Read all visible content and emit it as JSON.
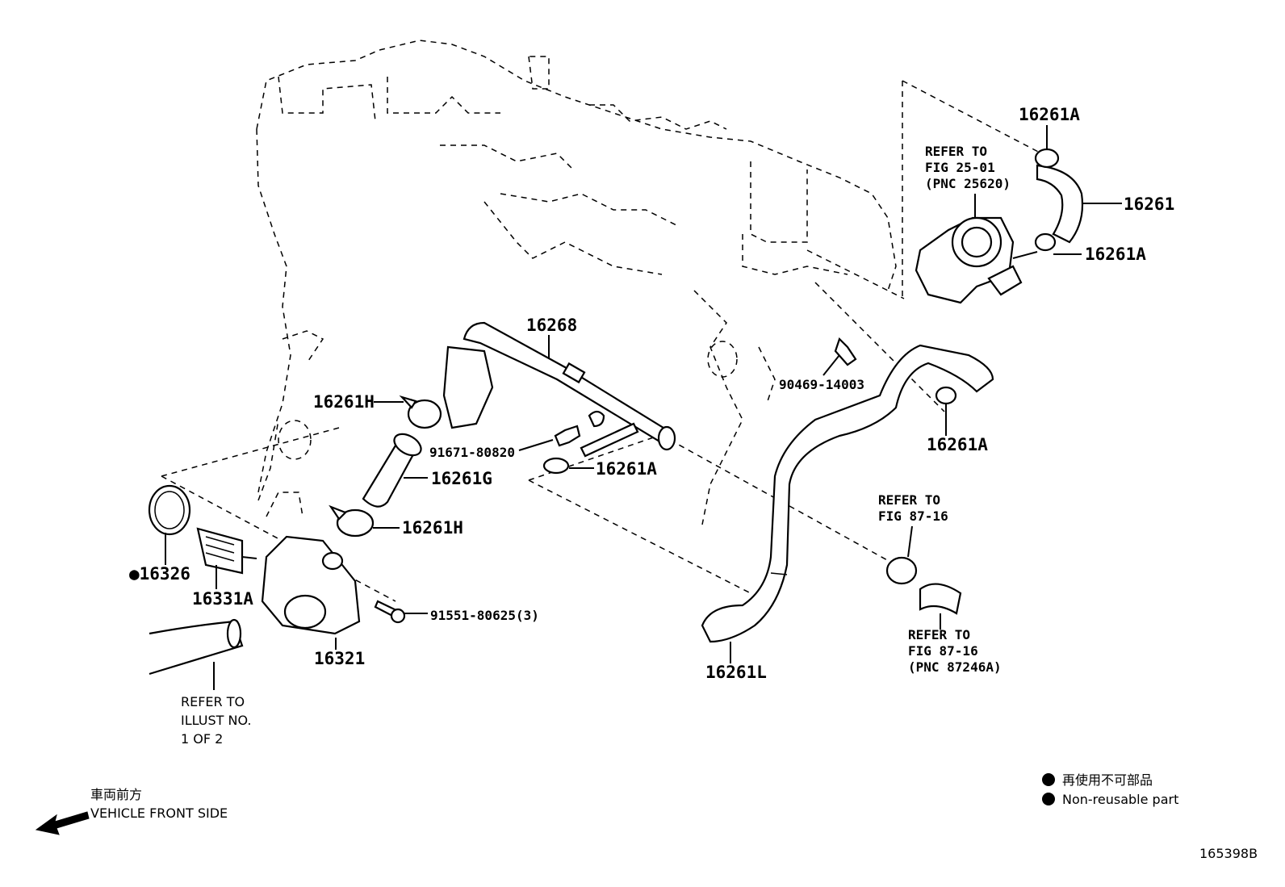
{
  "callouts": {
    "p16261A_top": "16261A",
    "p16261": "16261",
    "p16261A_right": "16261A",
    "p16268": "16268",
    "p90469": "90469-14003",
    "p16261A_hose_clamp": "16261A",
    "p16261H_upper": "16261H",
    "p91671": "91671-80820",
    "p16261A_mid": "16261A",
    "p16261G": "16261G",
    "p16261H_lower": "16261H",
    "p16326": "●16326",
    "p16331A": "16331A",
    "p91551": "91551-80625(3)",
    "p16321": "16321",
    "p16261L": "16261L"
  },
  "refers": {
    "fig25": [
      "REFER TO",
      "FIG 25-01",
      "(PNC 25620)"
    ],
    "fig87_a": [
      "REFER TO",
      "FIG 87-16"
    ],
    "fig87_b": [
      "REFER TO",
      "FIG 87-16",
      "(PNC 87246A)"
    ],
    "illust": [
      "REFER TO",
      "ILLUST NO.",
      "1 OF 2"
    ]
  },
  "direction": {
    "jp": "車両前方",
    "en": "VEHICLE FRONT SIDE"
  },
  "legend": {
    "jp": "再使用不可部品",
    "en": "Non-reusable part"
  },
  "figure_id": "165398B"
}
